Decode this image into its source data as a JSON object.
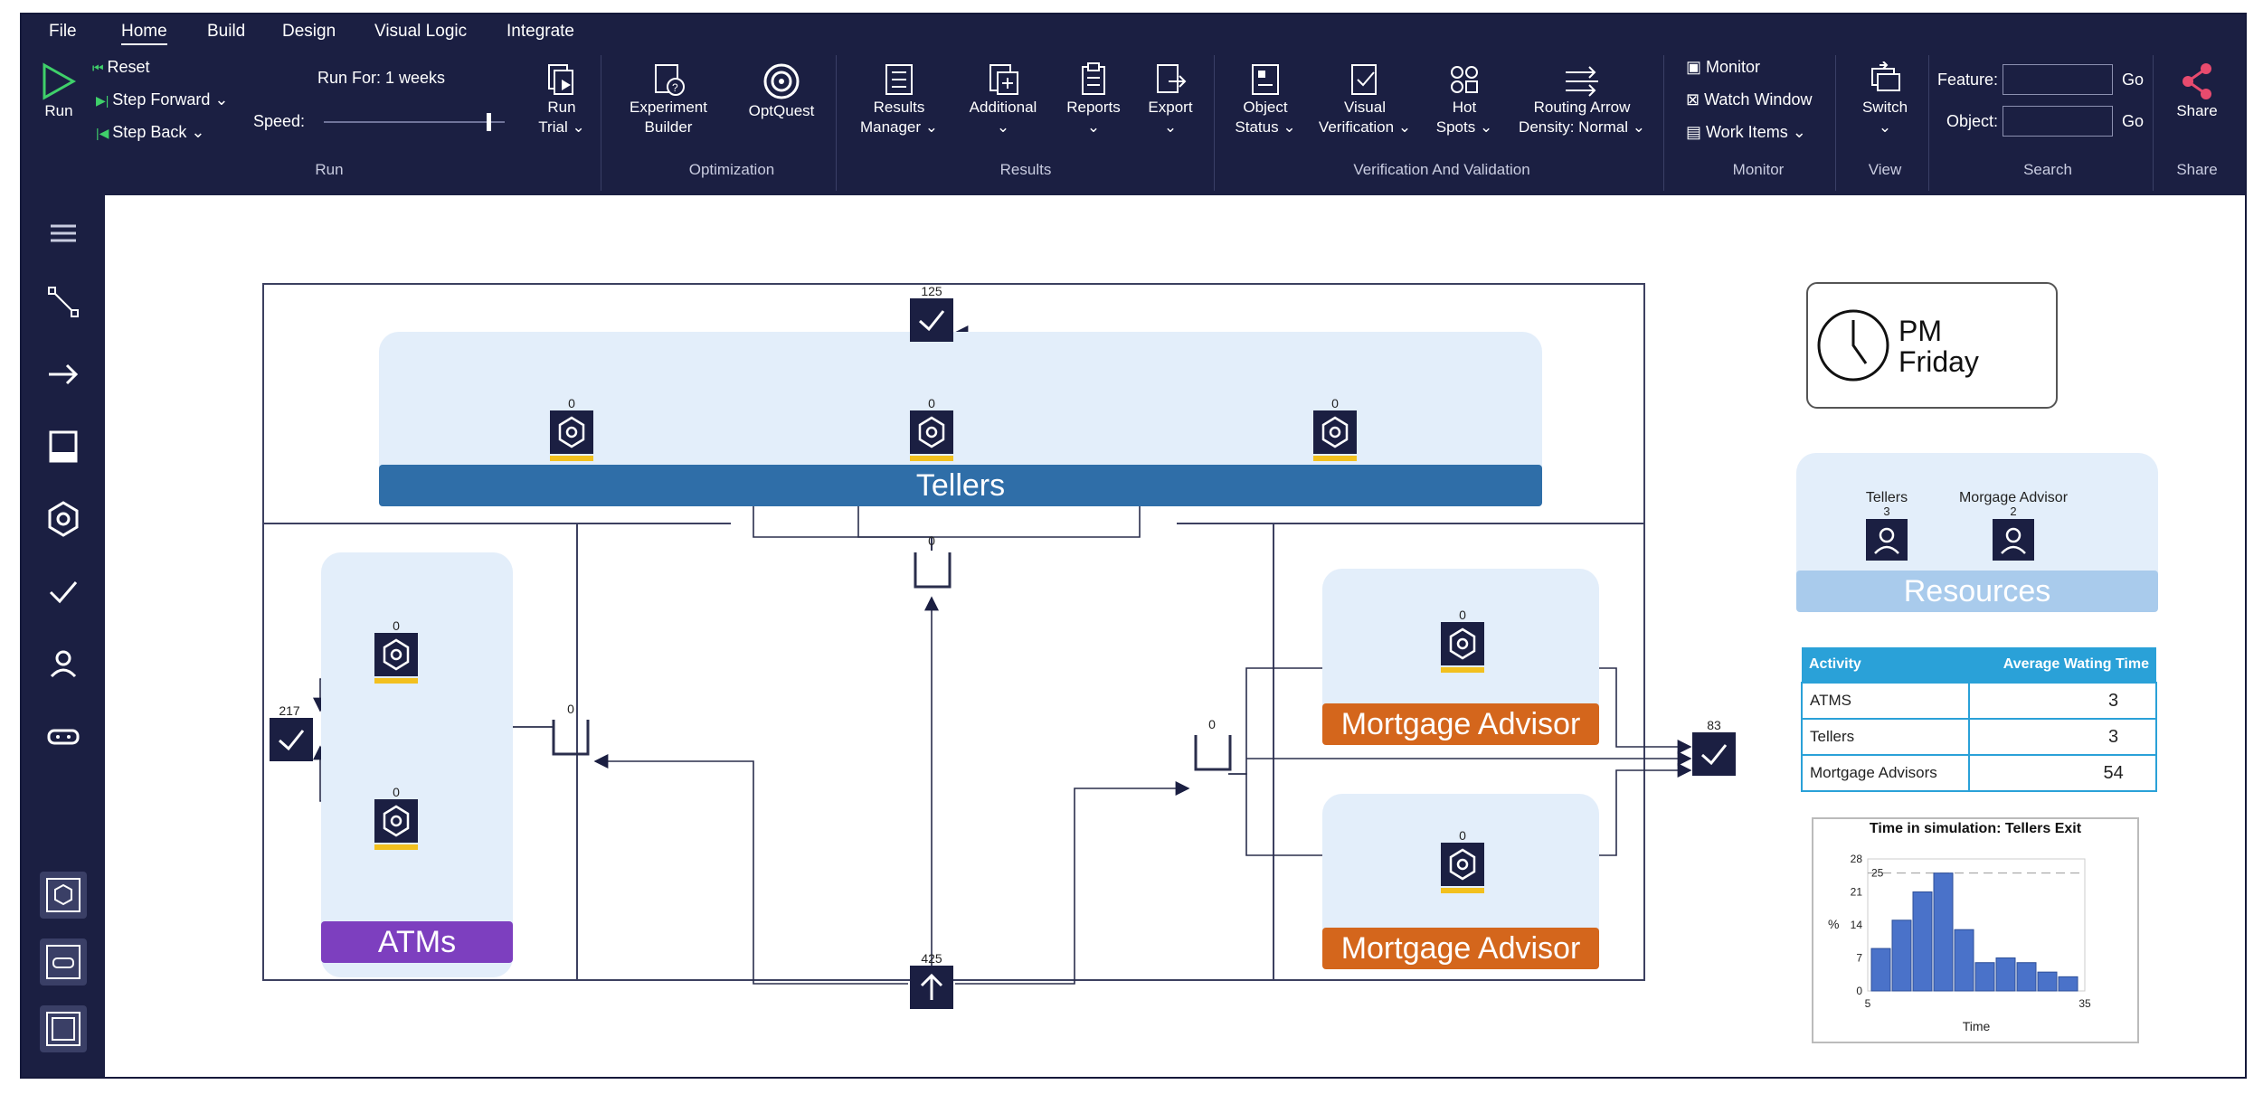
{
  "menu": {
    "tabs": [
      "File",
      "Home",
      "Build",
      "Design",
      "Visual Logic",
      "Integrate"
    ]
  },
  "run": {
    "run_label": "Run",
    "reset": "Reset",
    "step_forward": "Step Forward",
    "step_back": "Step Back",
    "run_for": "Run For: 1 weeks",
    "speed": "Speed:",
    "run_trial": "Run",
    "run_trial2": "Trial",
    "group": "Run"
  },
  "optimization": {
    "experiment": "Experiment",
    "experiment2": "Builder",
    "optquest": "OptQuest",
    "group": "Optimization"
  },
  "results": {
    "manager": "Results",
    "manager2": "Manager",
    "additional": "Additional",
    "reports": "Reports",
    "export": "Export",
    "group": "Results"
  },
  "verification": {
    "object_status": "Object",
    "object_status2": "Status",
    "visual": "Visual",
    "visual2": "Verification",
    "hot": "Hot",
    "hot2": "Spots",
    "routing": "Routing Arrow",
    "routing2": "Density: Normal",
    "group": "Verification And Validation"
  },
  "monitor": {
    "monitor": "Monitor",
    "watch": "Watch Window",
    "work": "Work Items",
    "group": "Monitor"
  },
  "view": {
    "switch": "Switch",
    "group": "View"
  },
  "search": {
    "feature": "Feature:",
    "object": "Object:",
    "go": "Go",
    "group": "Search"
  },
  "share": {
    "label": "Share",
    "group": "Share"
  },
  "model": {
    "tellers_label": "Tellers",
    "atms_label": "ATMs",
    "mortgage_label": "Mortgage Advisor",
    "teller_exit_count": "125",
    "teller_queue_count": "0",
    "teller_count_1": "0",
    "teller_count_2": "0",
    "teller_count_3": "0",
    "atm_count_1": "0",
    "atm_count_2": "0",
    "atm_queue_count": "0",
    "atm_exit_count": "217",
    "mortgage_queue_count": "0",
    "mortgage_count_1": "0",
    "mortgage_count_2": "0",
    "mortgage_exit_count": "83",
    "entry_count": "425"
  },
  "clock": {
    "line1": "PM",
    "line2": "Friday"
  },
  "resources": {
    "title": "Resources",
    "items": [
      {
        "name": "Tellers",
        "count": "3"
      },
      {
        "name": "Morgage Advisor",
        "count": "2"
      }
    ]
  },
  "table": {
    "headers": [
      "Activity",
      "Average Wating Time"
    ],
    "rows": [
      [
        "ATMS",
        "3"
      ],
      [
        "Tellers",
        "3"
      ],
      [
        "Mortgage Advisors",
        "54"
      ]
    ]
  },
  "chart_data": {
    "type": "bar",
    "title": "Time in simulation: Tellers Exit",
    "xlabel": "Time",
    "ylabel": "%",
    "xlim": [
      5,
      35
    ],
    "ylim": [
      0,
      28
    ],
    "yticks": [
      "0",
      "7",
      "14",
      "21",
      "28"
    ],
    "xticks": [
      "5",
      "35"
    ],
    "reference_label": "25",
    "values": [
      9,
      15,
      21,
      25,
      13,
      6,
      7,
      6,
      4,
      3
    ]
  },
  "colors": {
    "ribbon": "#1b1f42",
    "tellers": "#2f6ea8",
    "atms": "#7d3fbf",
    "mortgage": "#d4661c",
    "lane": "#e3eefa"
  }
}
